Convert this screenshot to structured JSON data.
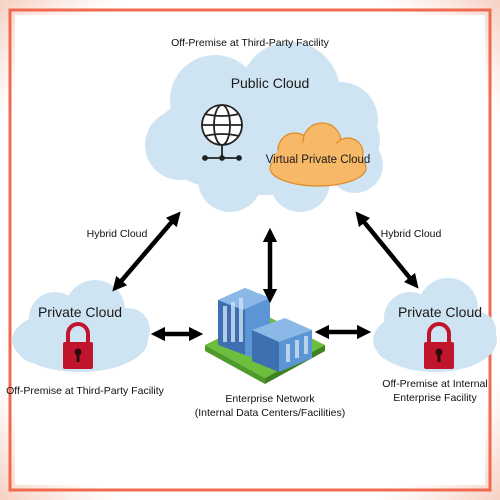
{
  "diagram": {
    "top_caption": "Off-Premise at Third-Party Facility",
    "public_cloud": {
      "title": "Public Cloud",
      "icon": "globe-icon"
    },
    "virtual_private_cloud": {
      "label": "Virtual Private Cloud"
    },
    "hybrid_left": "Hybrid Cloud",
    "hybrid_right": "Hybrid Cloud",
    "private_cloud_left": {
      "title": "Private Cloud",
      "icon": "lock-icon",
      "caption": "Off-Premise at Third-Party Facility"
    },
    "private_cloud_right": {
      "title": "Private Cloud",
      "icon": "lock-icon",
      "caption_line1": "Off-Premise at Internal",
      "caption_line2": "Enterprise Facility"
    },
    "enterprise": {
      "line1": "Enterprise Network",
      "line2": "(Internal Data Centers/Facilities)",
      "icon": "building-icon"
    },
    "colors": {
      "frame": "#f06a4f",
      "cloud": "#cfe4f3",
      "vpc": "#f7b867",
      "vpc_stroke": "#e08a23",
      "lock": "#c0152d",
      "building": "#4f86c6",
      "ground": "#6cbf3e",
      "arrow": "#000000"
    }
  }
}
